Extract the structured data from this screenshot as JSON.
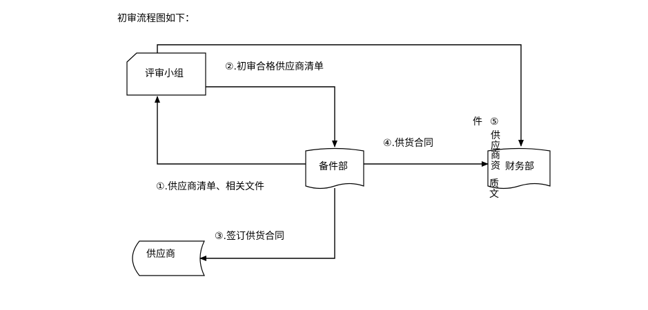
{
  "intro": "初审流程图如下：",
  "nodes": {
    "review_group": "评审小组",
    "prep_dept": "备件部",
    "finance_dept": "财务部",
    "supplier": "供应商"
  },
  "edges": {
    "e1": "①.供应商清单、相关文件",
    "e2": "②.初审合格供应商清单",
    "e3": "③.签订供货合同",
    "e4": "④.供货合同",
    "e5_mark": "⑤",
    "e5_tail": "件",
    "e5_col1": [
      "供",
      "应",
      "商",
      "资"
    ],
    "e5_col2": [
      "质",
      "文"
    ]
  },
  "colors": {
    "line": "#000000",
    "fill": "#ffffff"
  }
}
